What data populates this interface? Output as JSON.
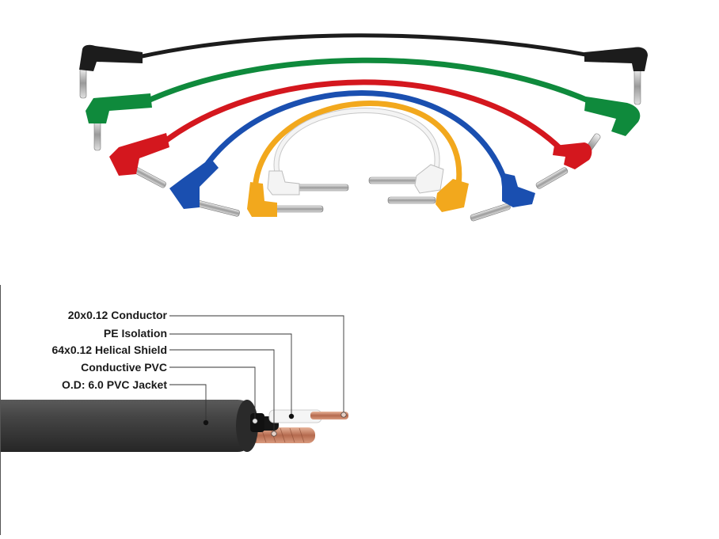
{
  "cable_colors": {
    "black": "#1c1c1c",
    "green": "#0f8a3c",
    "red": "#d4171e",
    "blue": "#1a4fb0",
    "orange": "#f2a81d",
    "white": "#f4f4f4",
    "jacket": "#3d3d3d",
    "copper": "#c9846a"
  },
  "spec_labels": [
    {
      "id": "conductor",
      "text": "20x0.12 Conductor"
    },
    {
      "id": "pe-isolation",
      "text": "PE Isolation"
    },
    {
      "id": "helical-shield",
      "text": "64x0.12 Helical Shield"
    },
    {
      "id": "conductive-pvc",
      "text": "Conductive PVC"
    },
    {
      "id": "pvc-jacket",
      "text": "O.D: 6.0 PVC Jacket"
    }
  ]
}
